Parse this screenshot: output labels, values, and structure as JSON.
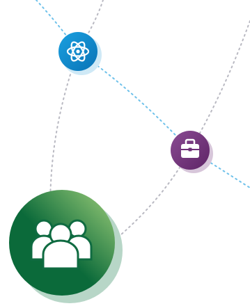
{
  "nodes": [
    {
      "id": "science",
      "icon": "atom-icon",
      "colors": {
        "from": "#1aa0e0",
        "to": "#0a73b6",
        "shadow": "#cfe9f6"
      }
    },
    {
      "id": "work",
      "icon": "briefcase-icon",
      "colors": {
        "from": "#8a4b93",
        "to": "#5e2466",
        "shadow": "#d7c6da"
      }
    },
    {
      "id": "community",
      "icon": "people-group-icon",
      "colors": {
        "from": "#9fcf7a",
        "to": "#0b6a3a",
        "shadow": "#b7d6c7"
      }
    }
  ],
  "connectors": {
    "blue_dotted": "#6ec1ea",
    "gray_dotted": "#b9b9c2"
  }
}
